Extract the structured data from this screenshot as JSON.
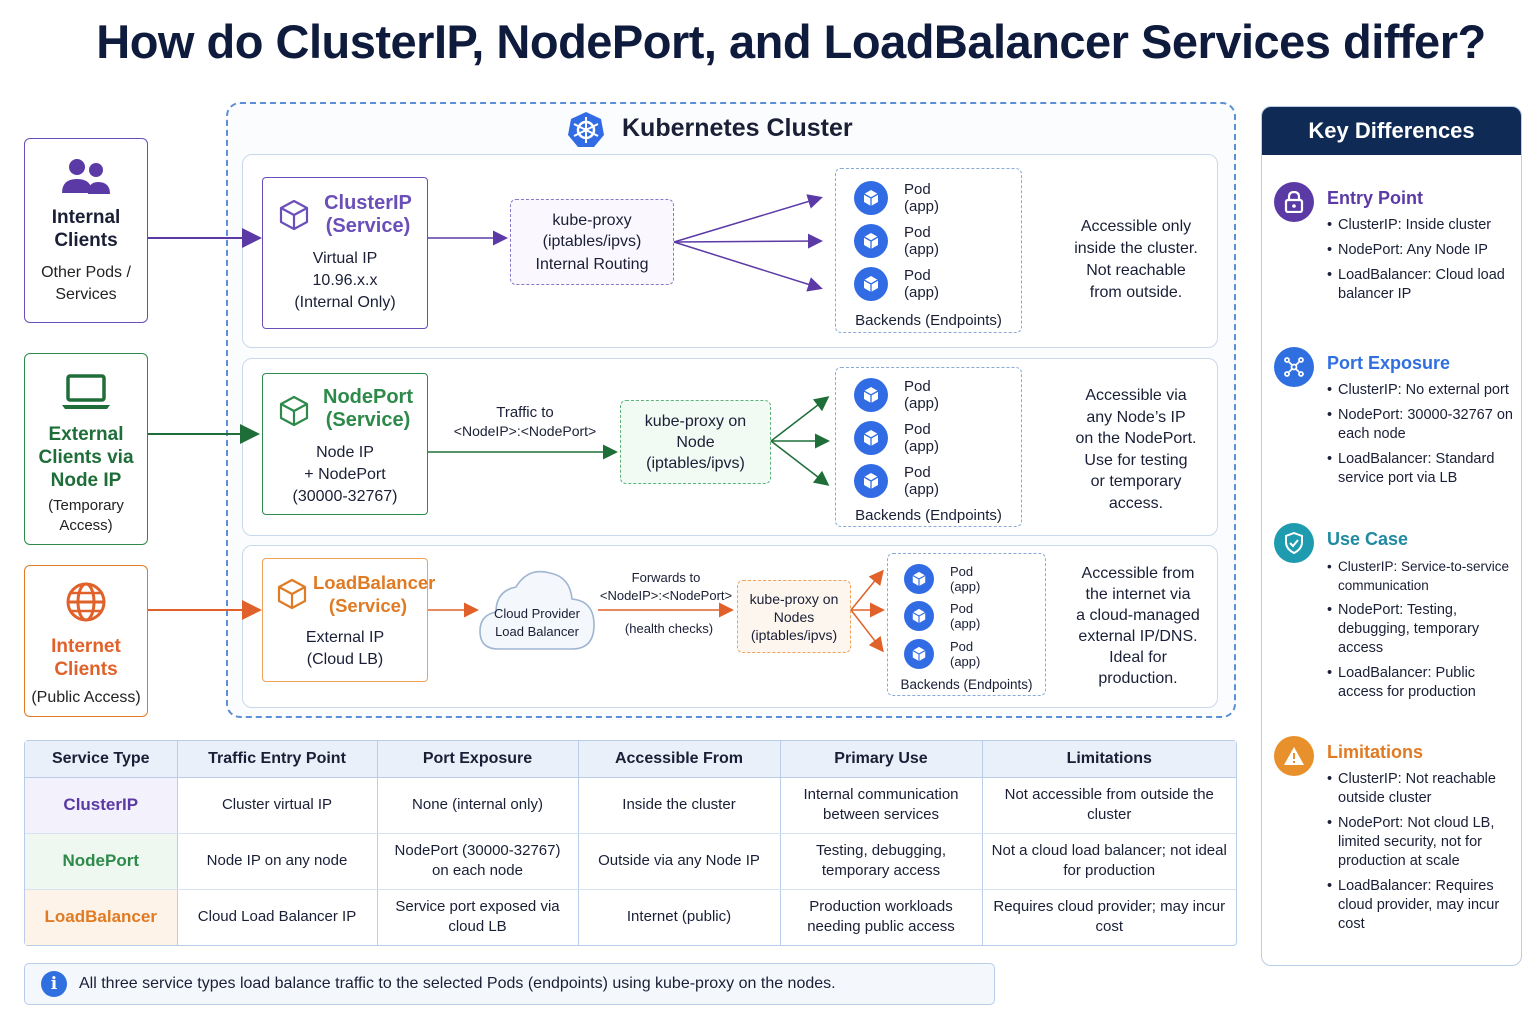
{
  "title": "How do ClusterIP, NodePort, and LoadBalancer Services differ?",
  "cluster_title": "Kubernetes Cluster",
  "colors": {
    "clusterip": "#5b3aa6",
    "nodeport": "#2e8a4a",
    "loadbalancer": "#e07b24",
    "k8s_blue": "#326ce5",
    "navy": "#0f2a55"
  },
  "clients": {
    "internal": {
      "name": "Internal Clients",
      "sub": "Other Pods / Services",
      "icon": "users-icon"
    },
    "external": {
      "name": "External Clients via Node IP",
      "sub": "(Temporary Access)",
      "icon": "laptop-icon"
    },
    "internet": {
      "name": "Internet Clients",
      "sub": "(Public Access)",
      "icon": "globe-icon"
    }
  },
  "rows": {
    "clusterip": {
      "svc_title": "ClusterIP (Service)",
      "svc_lines": [
        "Virtual IP",
        "10.96.x.x",
        "(Internal Only)"
      ],
      "proxy_lines": [
        "kube-proxy",
        "(iptables/ipvs)",
        "Internal Routing"
      ],
      "backends": "Backends (Endpoints)",
      "desc": [
        "Accessible only",
        "inside the cluster.",
        "Not reachable",
        "from outside."
      ]
    },
    "nodeport": {
      "svc_title": "NodePort (Service)",
      "svc_lines": [
        "Node IP",
        "+ NodePort",
        "(30000-32767)"
      ],
      "arrow_label": [
        "Traffic to",
        "<NodeIP>:<NodePort>"
      ],
      "proxy_lines": [
        "kube-proxy on",
        "Node",
        "(iptables/ipvs)"
      ],
      "backends": "Backends (Endpoints)",
      "desc": [
        "Accessible via",
        "any Node’s IP",
        "on the NodePort.",
        "Use for testing",
        "or temporary",
        "access."
      ]
    },
    "loadbalancer": {
      "svc_title": "LoadBalancer (Service)",
      "svc_lines": [
        "External IP",
        "(Cloud LB)"
      ],
      "cloud_lines": [
        "Cloud Provider",
        "Load Balancer"
      ],
      "arrow_label": [
        "Forwards to",
        "<NodeIP>:<NodePort>"
      ],
      "health": "(health checks)",
      "proxy_lines": [
        "kube-proxy on",
        "Nodes",
        "(iptables/ipvs)"
      ],
      "backends": "Backends (Endpoints)",
      "desc": [
        "Accessible from",
        "the internet via",
        "a cloud-managed",
        "external IP/DNS.",
        "Ideal for",
        "production."
      ]
    }
  },
  "pod_label": [
    "Pod",
    "(app)"
  ],
  "table": {
    "headers": [
      "Service Type",
      "Traffic Entry Point",
      "Port Exposure",
      "Accessible From",
      "Primary Use",
      "Limitations"
    ],
    "rows": [
      [
        "ClusterIP",
        "Cluster virtual IP",
        "None (internal only)",
        "Inside the cluster",
        "Internal communication between services",
        "Not accessible from outside the cluster"
      ],
      [
        "NodePort",
        "Node IP on any node",
        "NodePort (30000-32767) on each node",
        "Outside via any Node IP",
        "Testing, debugging, temporary access",
        "Not a cloud load balancer; not ideal for production"
      ],
      [
        "LoadBalancer",
        "Cloud Load Balancer IP",
        "Service port exposed via cloud LB",
        "Internet (public)",
        "Production workloads needing public access",
        "Requires cloud provider; may incur cost"
      ]
    ]
  },
  "note": "All three service types load balance traffic to the selected Pods (endpoints) using kube-proxy on the nodes.",
  "key_differences": {
    "title": "Key Differences",
    "sections": [
      {
        "title": "Entry Point",
        "icon": "lock-icon",
        "color": "#5b3aa6",
        "items": [
          "ClusterIP: Inside cluster",
          "NodePort: Any Node IP",
          "LoadBalancer: Cloud load balancer IP"
        ]
      },
      {
        "title": "Port Exposure",
        "icon": "network-icon",
        "color": "#2f6fe0",
        "items": [
          "ClusterIP: No external port",
          "NodePort: 30000-32767 on each node",
          "LoadBalancer: Standard service port via LB"
        ]
      },
      {
        "title": "Use Case",
        "icon": "shield-icon",
        "color": "#1f9bb0",
        "items": [
          "ClusterIP: Service-to-service communication",
          "NodePort: Testing, debugging, temporary access",
          "LoadBalancer: Public access for production"
        ]
      },
      {
        "title": "Limitations",
        "icon": "warning-icon",
        "color": "#e8912c",
        "items": [
          "ClusterIP: Not reachable outside cluster",
          "NodePort: Not cloud LB, limited security, not for production at scale",
          "LoadBalancer: Requires cloud provider, may incur cost"
        ]
      }
    ]
  }
}
